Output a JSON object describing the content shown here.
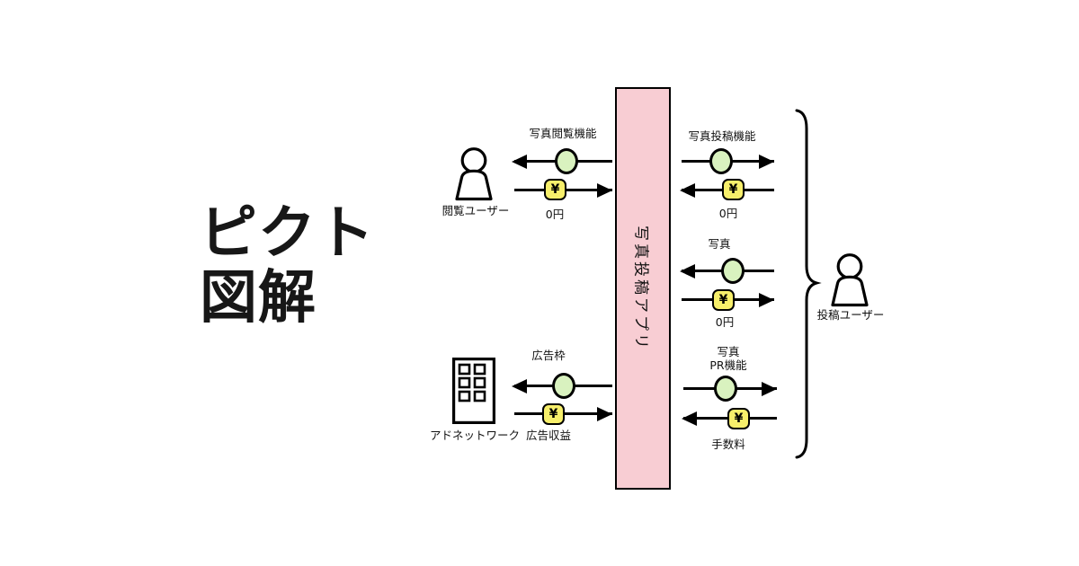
{
  "title": {
    "line1": "ピクト",
    "line2": "図解"
  },
  "app": {
    "name": "写真投稿アプリ"
  },
  "colors": {
    "app_box_fill": "#f8cdd3",
    "feature_node_fill": "#d9f2bf",
    "money_node_fill": "#f7ef6b",
    "stroke": "#000000",
    "background": "#ffffff"
  },
  "currency_symbol": "¥",
  "actors": {
    "viewer": {
      "label": "閲覧ユーザー"
    },
    "ad_network": {
      "label": "アドネットワーク"
    },
    "poster": {
      "label": "投稿ユーザー"
    }
  },
  "flows": {
    "view": {
      "feature_label": "写真閲覧機能",
      "feature_arrow": "left",
      "payment_label": "0円",
      "payment_arrow": "right"
    },
    "ad": {
      "feature_label": "広告枠",
      "feature_arrow": "left",
      "payment_label": "広告収益",
      "payment_arrow": "right"
    },
    "post": {
      "feature_label": "写真投稿機能",
      "feature_arrow": "right",
      "payment_label": "0円",
      "payment_arrow": "left"
    },
    "photo": {
      "feature_label": "写真",
      "feature_arrow": "left",
      "payment_label": "0円",
      "payment_arrow": "right"
    },
    "pr": {
      "feature_label_line1": "写真",
      "feature_label_line2": "PR機能",
      "feature_arrow": "right",
      "payment_label": "手数料",
      "payment_arrow": "left"
    }
  }
}
